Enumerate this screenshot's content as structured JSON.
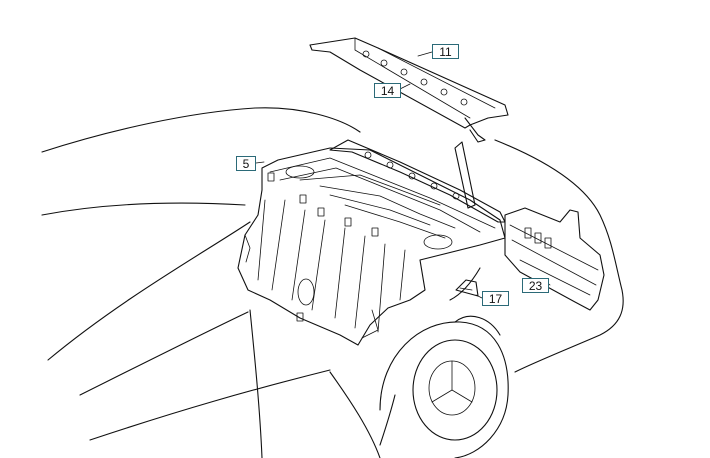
{
  "diagram": {
    "callouts": [
      {
        "id": "11",
        "label": "11"
      },
      {
        "id": "14",
        "label": "14"
      },
      {
        "id": "5",
        "label": "5"
      },
      {
        "id": "17",
        "label": "17"
      },
      {
        "id": "23",
        "label": "23"
      }
    ]
  },
  "colors": {
    "line": "#111111",
    "callout_border": "#2b6a78",
    "background": "#ffffff"
  }
}
